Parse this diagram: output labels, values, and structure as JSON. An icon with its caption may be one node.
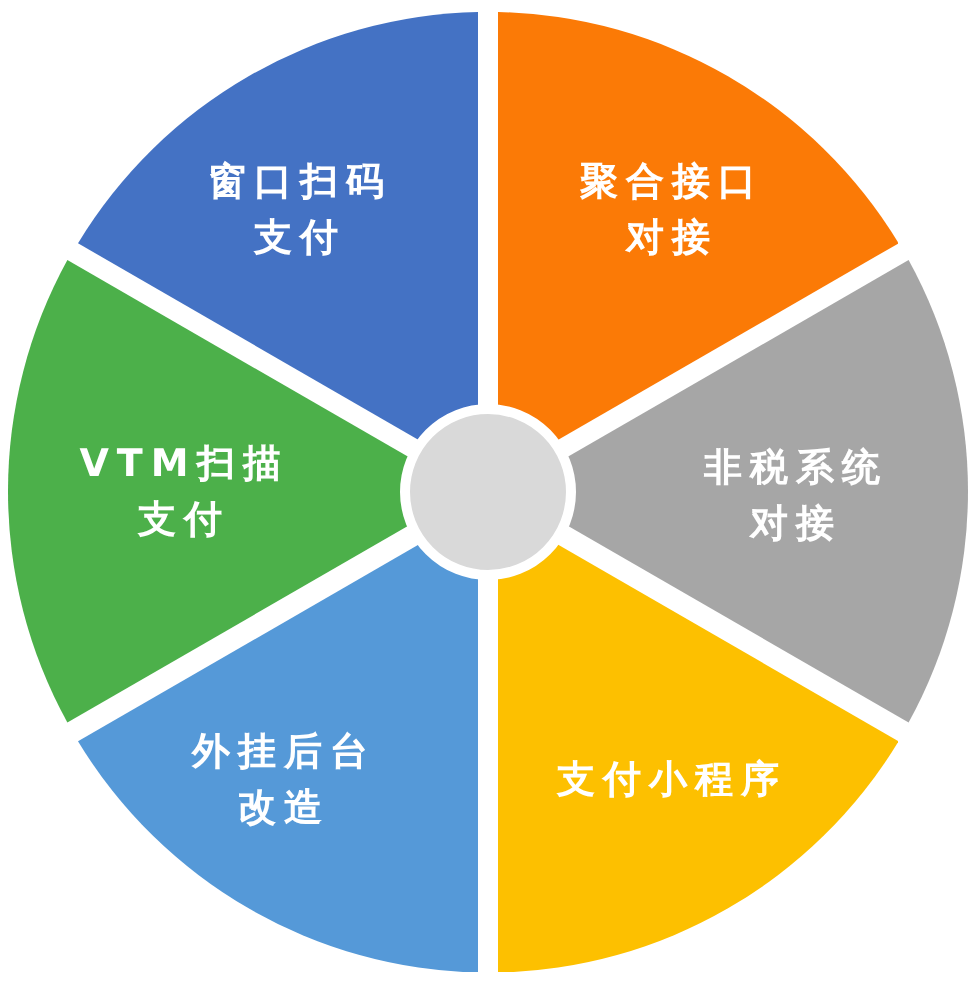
{
  "diagram": {
    "nodes": [
      {
        "text": [
          "窗口扫码支付"
        ]
      },
      {
        "text": [
          "聚合接口对接"
        ]
      },
      {
        "text": [
          "VTM扫描支付"
        ]
      },
      {
        "text": [
          "非税系统对接"
        ]
      },
      {
        "text": [
          "外挂后台改造"
        ]
      },
      {
        "text": [
          "支付小程序"
        ]
      },
      {
        "text": [],
        "shape": "circle"
      }
    ],
    "edges": []
  }
}
